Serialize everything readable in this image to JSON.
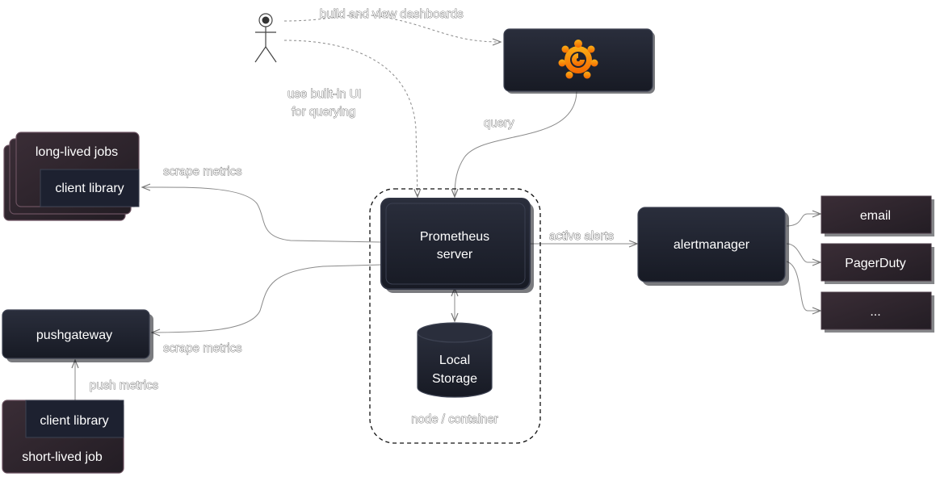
{
  "diagram": {
    "nodes": {
      "long_lived_jobs": "long-lived jobs",
      "client_library_top": "client library",
      "prometheus_server_line1": "Prometheus",
      "prometheus_server_line2": "server",
      "local_storage_line1": "Local",
      "local_storage_line2": "Storage",
      "node_container": "node / container",
      "pushgateway": "pushgateway",
      "client_library_bottom": "client library",
      "short_lived_job": "short-lived job",
      "alertmanager": "alertmanager",
      "email": "email",
      "pagerduty": "PagerDuty",
      "more": "..."
    },
    "edges": {
      "build_dashboards": "build and view dashboards",
      "builtin_ui_line1": "use built-in UI",
      "builtin_ui_line2": "for querying",
      "query": "query",
      "scrape_top": "scrape metrics",
      "scrape_bottom": "scrape metrics",
      "push_metrics": "push metrics",
      "active_alerts": "active alerts"
    },
    "icons": [
      "user-icon",
      "grafana-logo-icon"
    ],
    "colors": {
      "node_fill": "#1f2230",
      "node_border": "#3d4252",
      "job_fill": "#2a2229",
      "job_border": "#4b3b47",
      "edge": "#888888",
      "grafana_orange": "#f46800",
      "grafana_yellow": "#fbb016"
    }
  }
}
